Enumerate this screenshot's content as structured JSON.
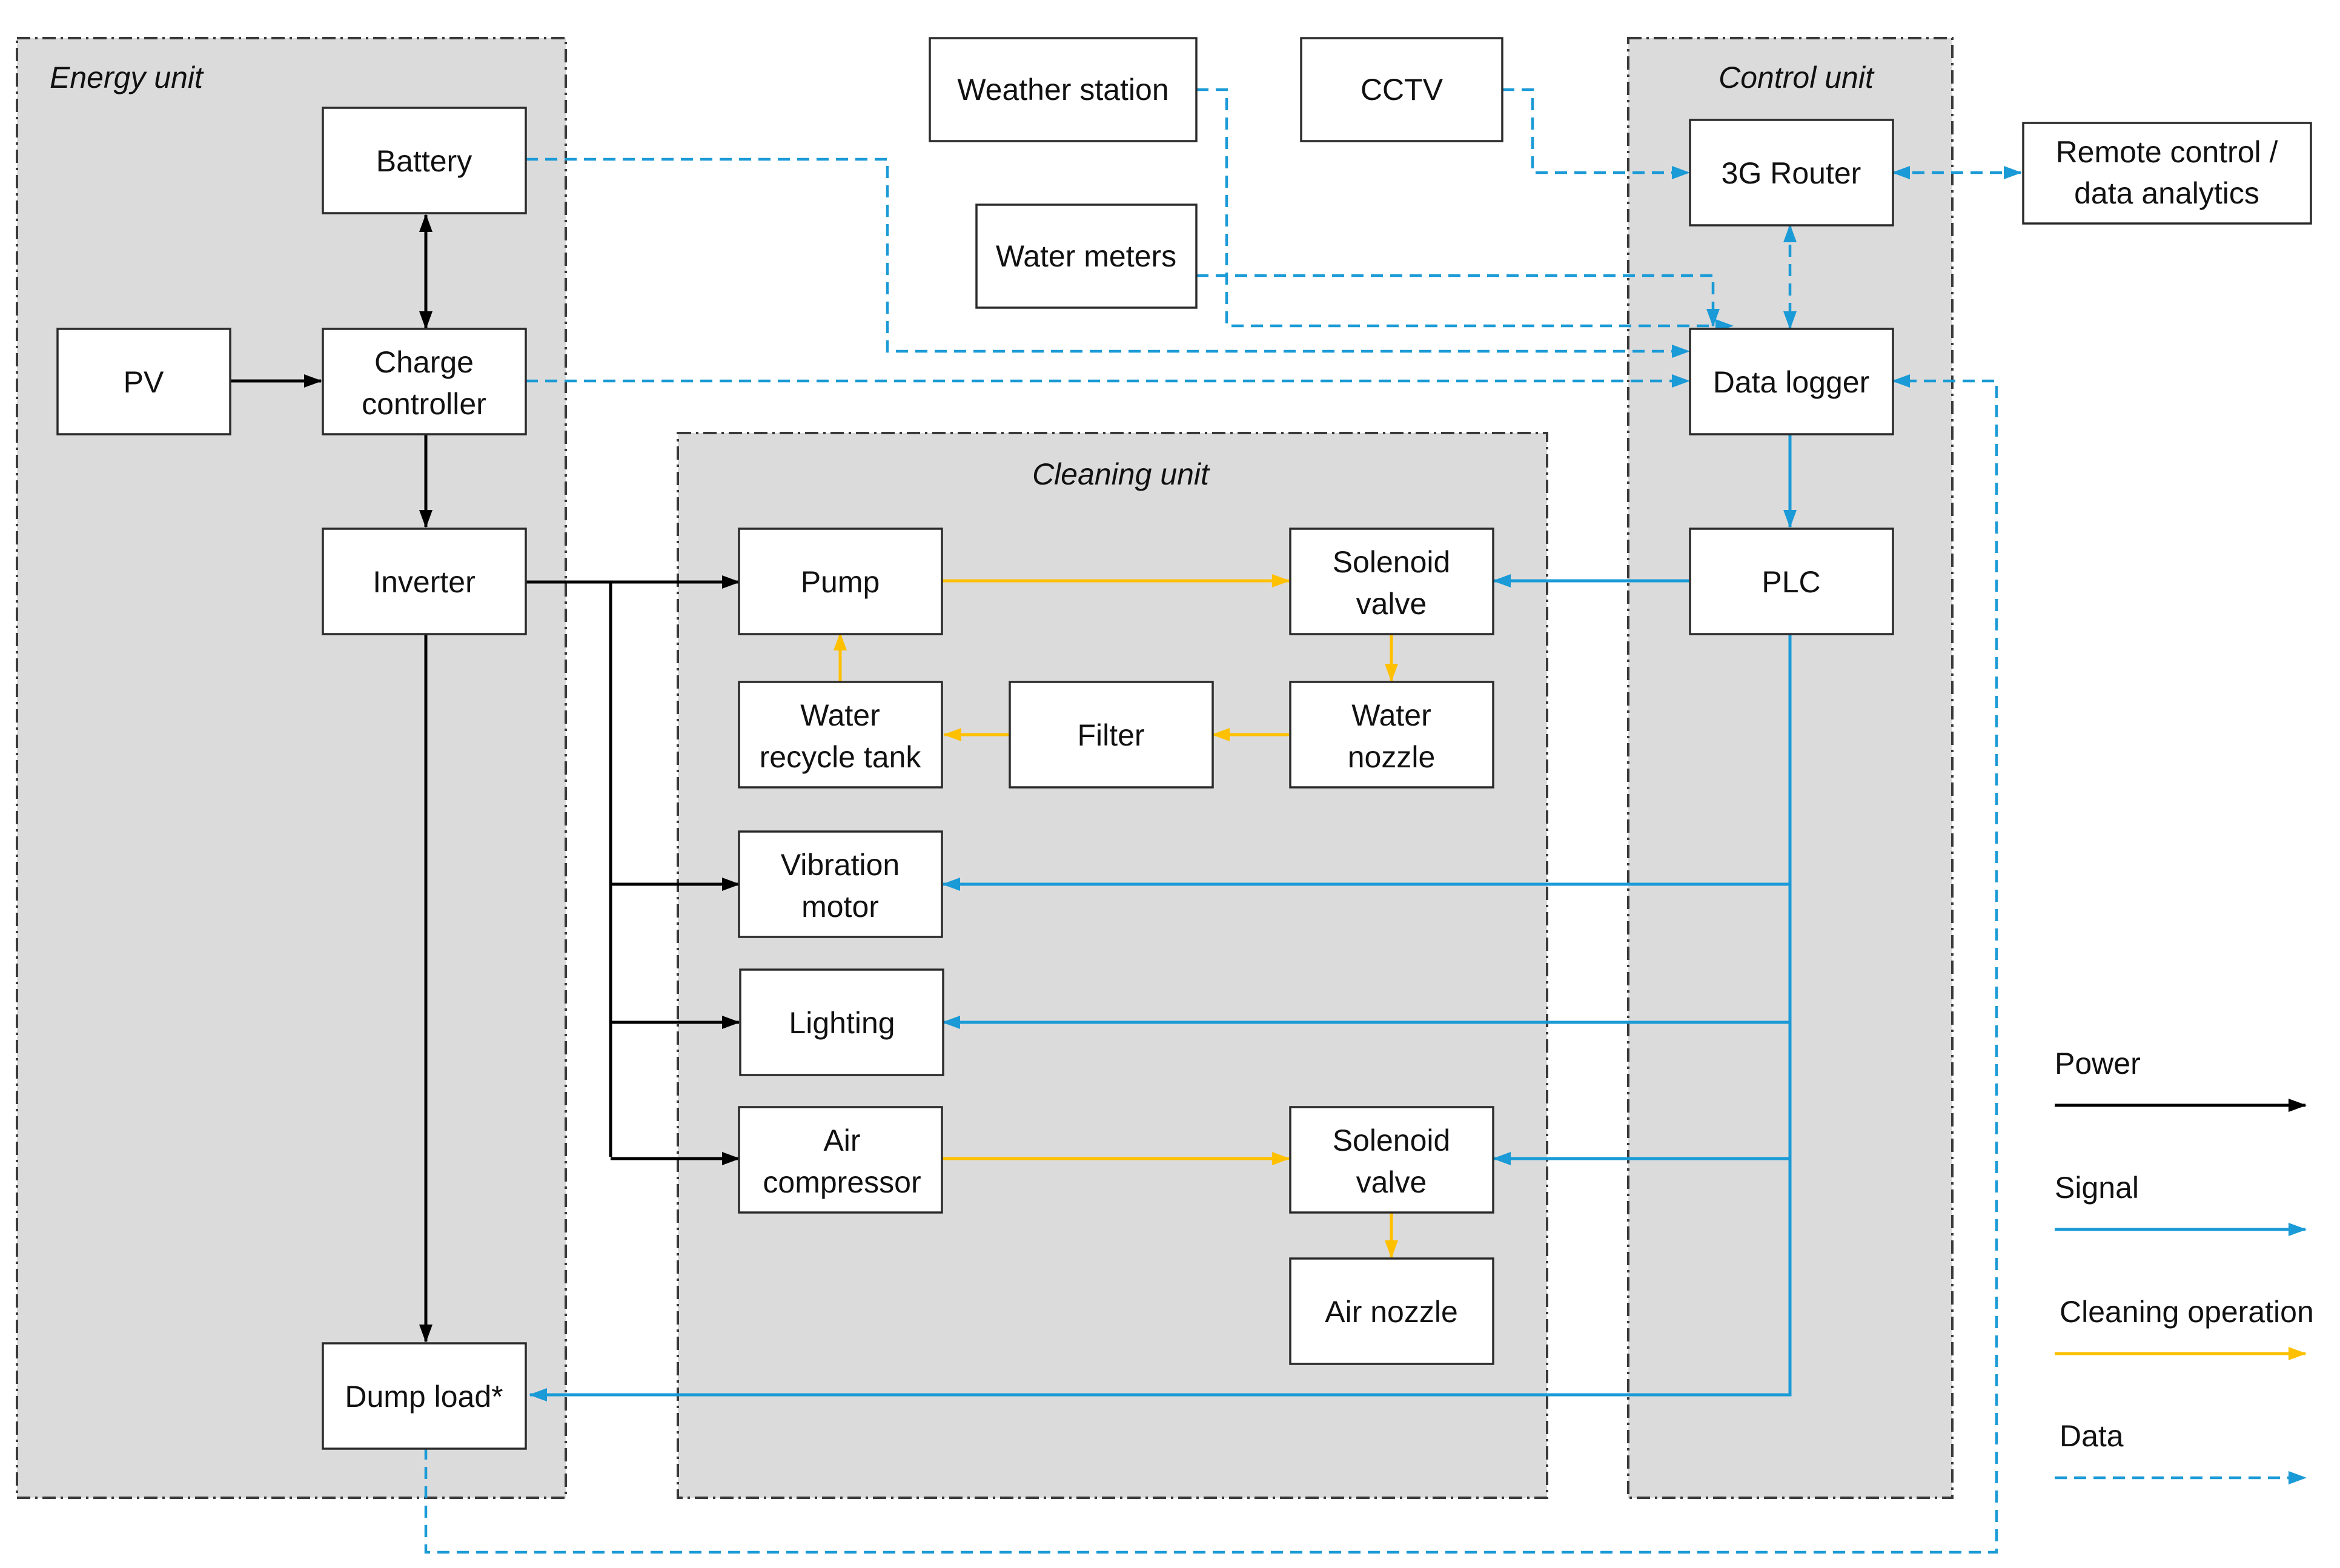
{
  "units": {
    "energy": "Energy unit",
    "cleaning": "Cleaning unit",
    "control": "Control unit"
  },
  "boxes": {
    "battery": [
      "Battery"
    ],
    "pv": [
      "PV"
    ],
    "charge_controller": [
      "Charge",
      "controller"
    ],
    "inverter": [
      "Inverter"
    ],
    "dump_load": [
      "Dump load*"
    ],
    "weather_station": [
      "Weather station"
    ],
    "cctv": [
      "CCTV"
    ],
    "water_meters": [
      "Water meters"
    ],
    "router": [
      "3G Router"
    ],
    "remote": [
      "Remote control /",
      "data analytics"
    ],
    "data_logger": [
      "Data logger"
    ],
    "plc": [
      "PLC"
    ],
    "pump": [
      "Pump"
    ],
    "solenoid_valve_1": [
      "Solenoid",
      "valve"
    ],
    "water_recycle_tank": [
      "Water",
      "recycle tank"
    ],
    "filter": [
      "Filter"
    ],
    "water_nozzle": [
      "Water",
      "nozzle"
    ],
    "vibration_motor": [
      "Vibration",
      "motor"
    ],
    "lighting": [
      "Lighting"
    ],
    "air_compressor": [
      "Air",
      "compressor"
    ],
    "solenoid_valve_2": [
      "Solenoid",
      "valve"
    ],
    "air_nozzle": [
      "Air nozzle"
    ]
  },
  "legend": {
    "power": "Power",
    "signal": "Signal",
    "cleaning": "Cleaning operation",
    "data": "Data"
  },
  "colors": {
    "power": "#000000",
    "signal": "#1a9ad6",
    "cleaning": "#ffc000",
    "data": "#1a9ad6"
  }
}
